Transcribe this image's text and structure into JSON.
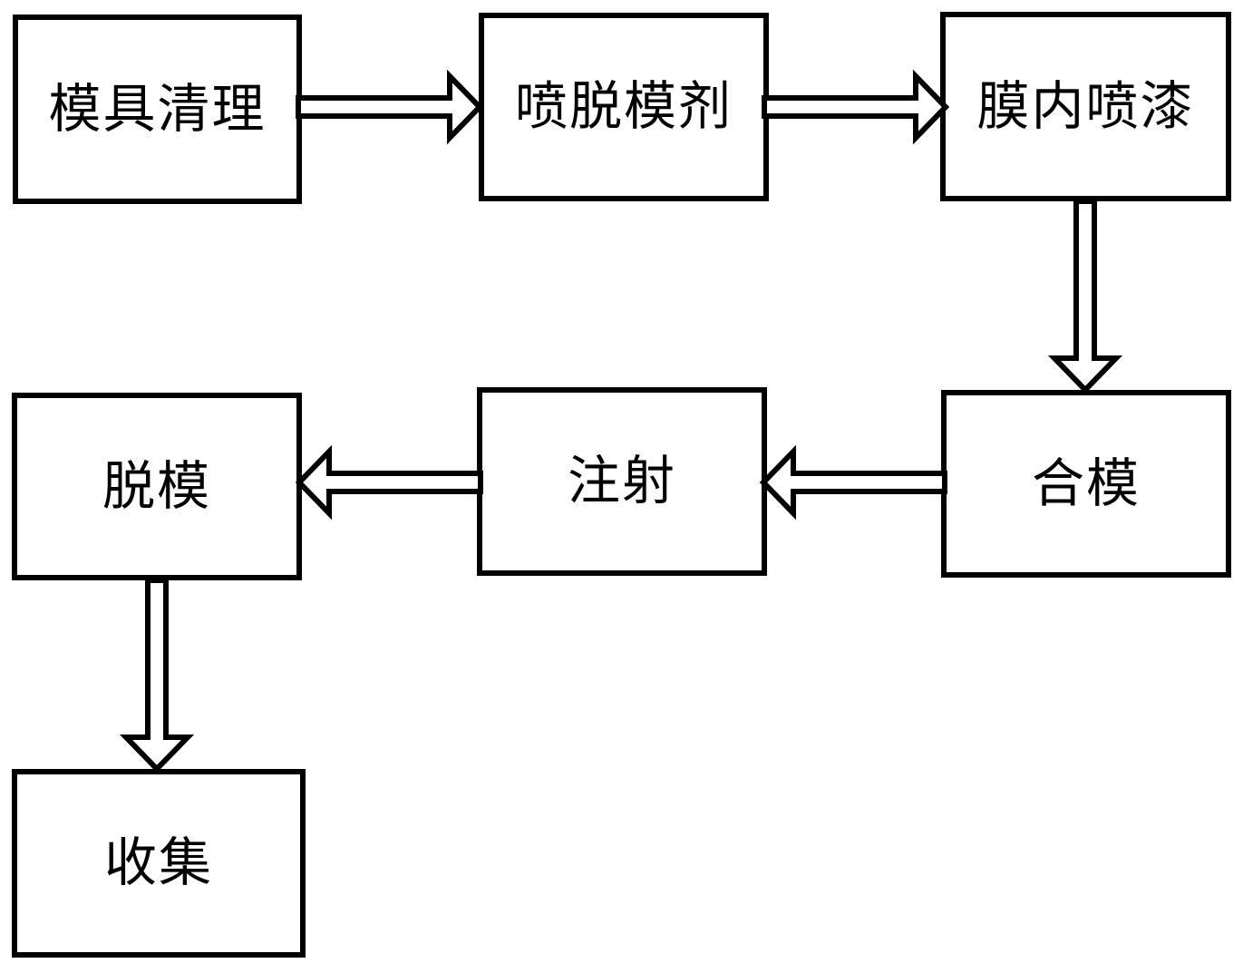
{
  "diagram": {
    "type": "flowchart",
    "background_color": "#ffffff",
    "line_color": "#000000",
    "box_fill_color": "#ffffff",
    "boxes": [
      {
        "id": "mold-cleaning",
        "label": "模具清理"
      },
      {
        "id": "spray-release-agent",
        "label": "喷脱模剂"
      },
      {
        "id": "in-mold-painting",
        "label": "膜内喷漆"
      },
      {
        "id": "mold-closing",
        "label": "合模"
      },
      {
        "id": "injection",
        "label": "注射"
      },
      {
        "id": "demolding",
        "label": "脱模"
      },
      {
        "id": "collection",
        "label": "收集"
      }
    ],
    "connections": [
      {
        "from": "模具清理",
        "to": "喷脱模剂",
        "direction": "right"
      },
      {
        "from": "喷脱模剂",
        "to": "膜内喷漆",
        "direction": "right"
      },
      {
        "from": "膜内喷漆",
        "to": "合模",
        "direction": "down"
      },
      {
        "from": "合模",
        "to": "注射",
        "direction": "left"
      },
      {
        "from": "注射",
        "to": "脱模",
        "direction": "left"
      },
      {
        "from": "脱模",
        "to": "收集",
        "direction": "down"
      }
    ]
  }
}
